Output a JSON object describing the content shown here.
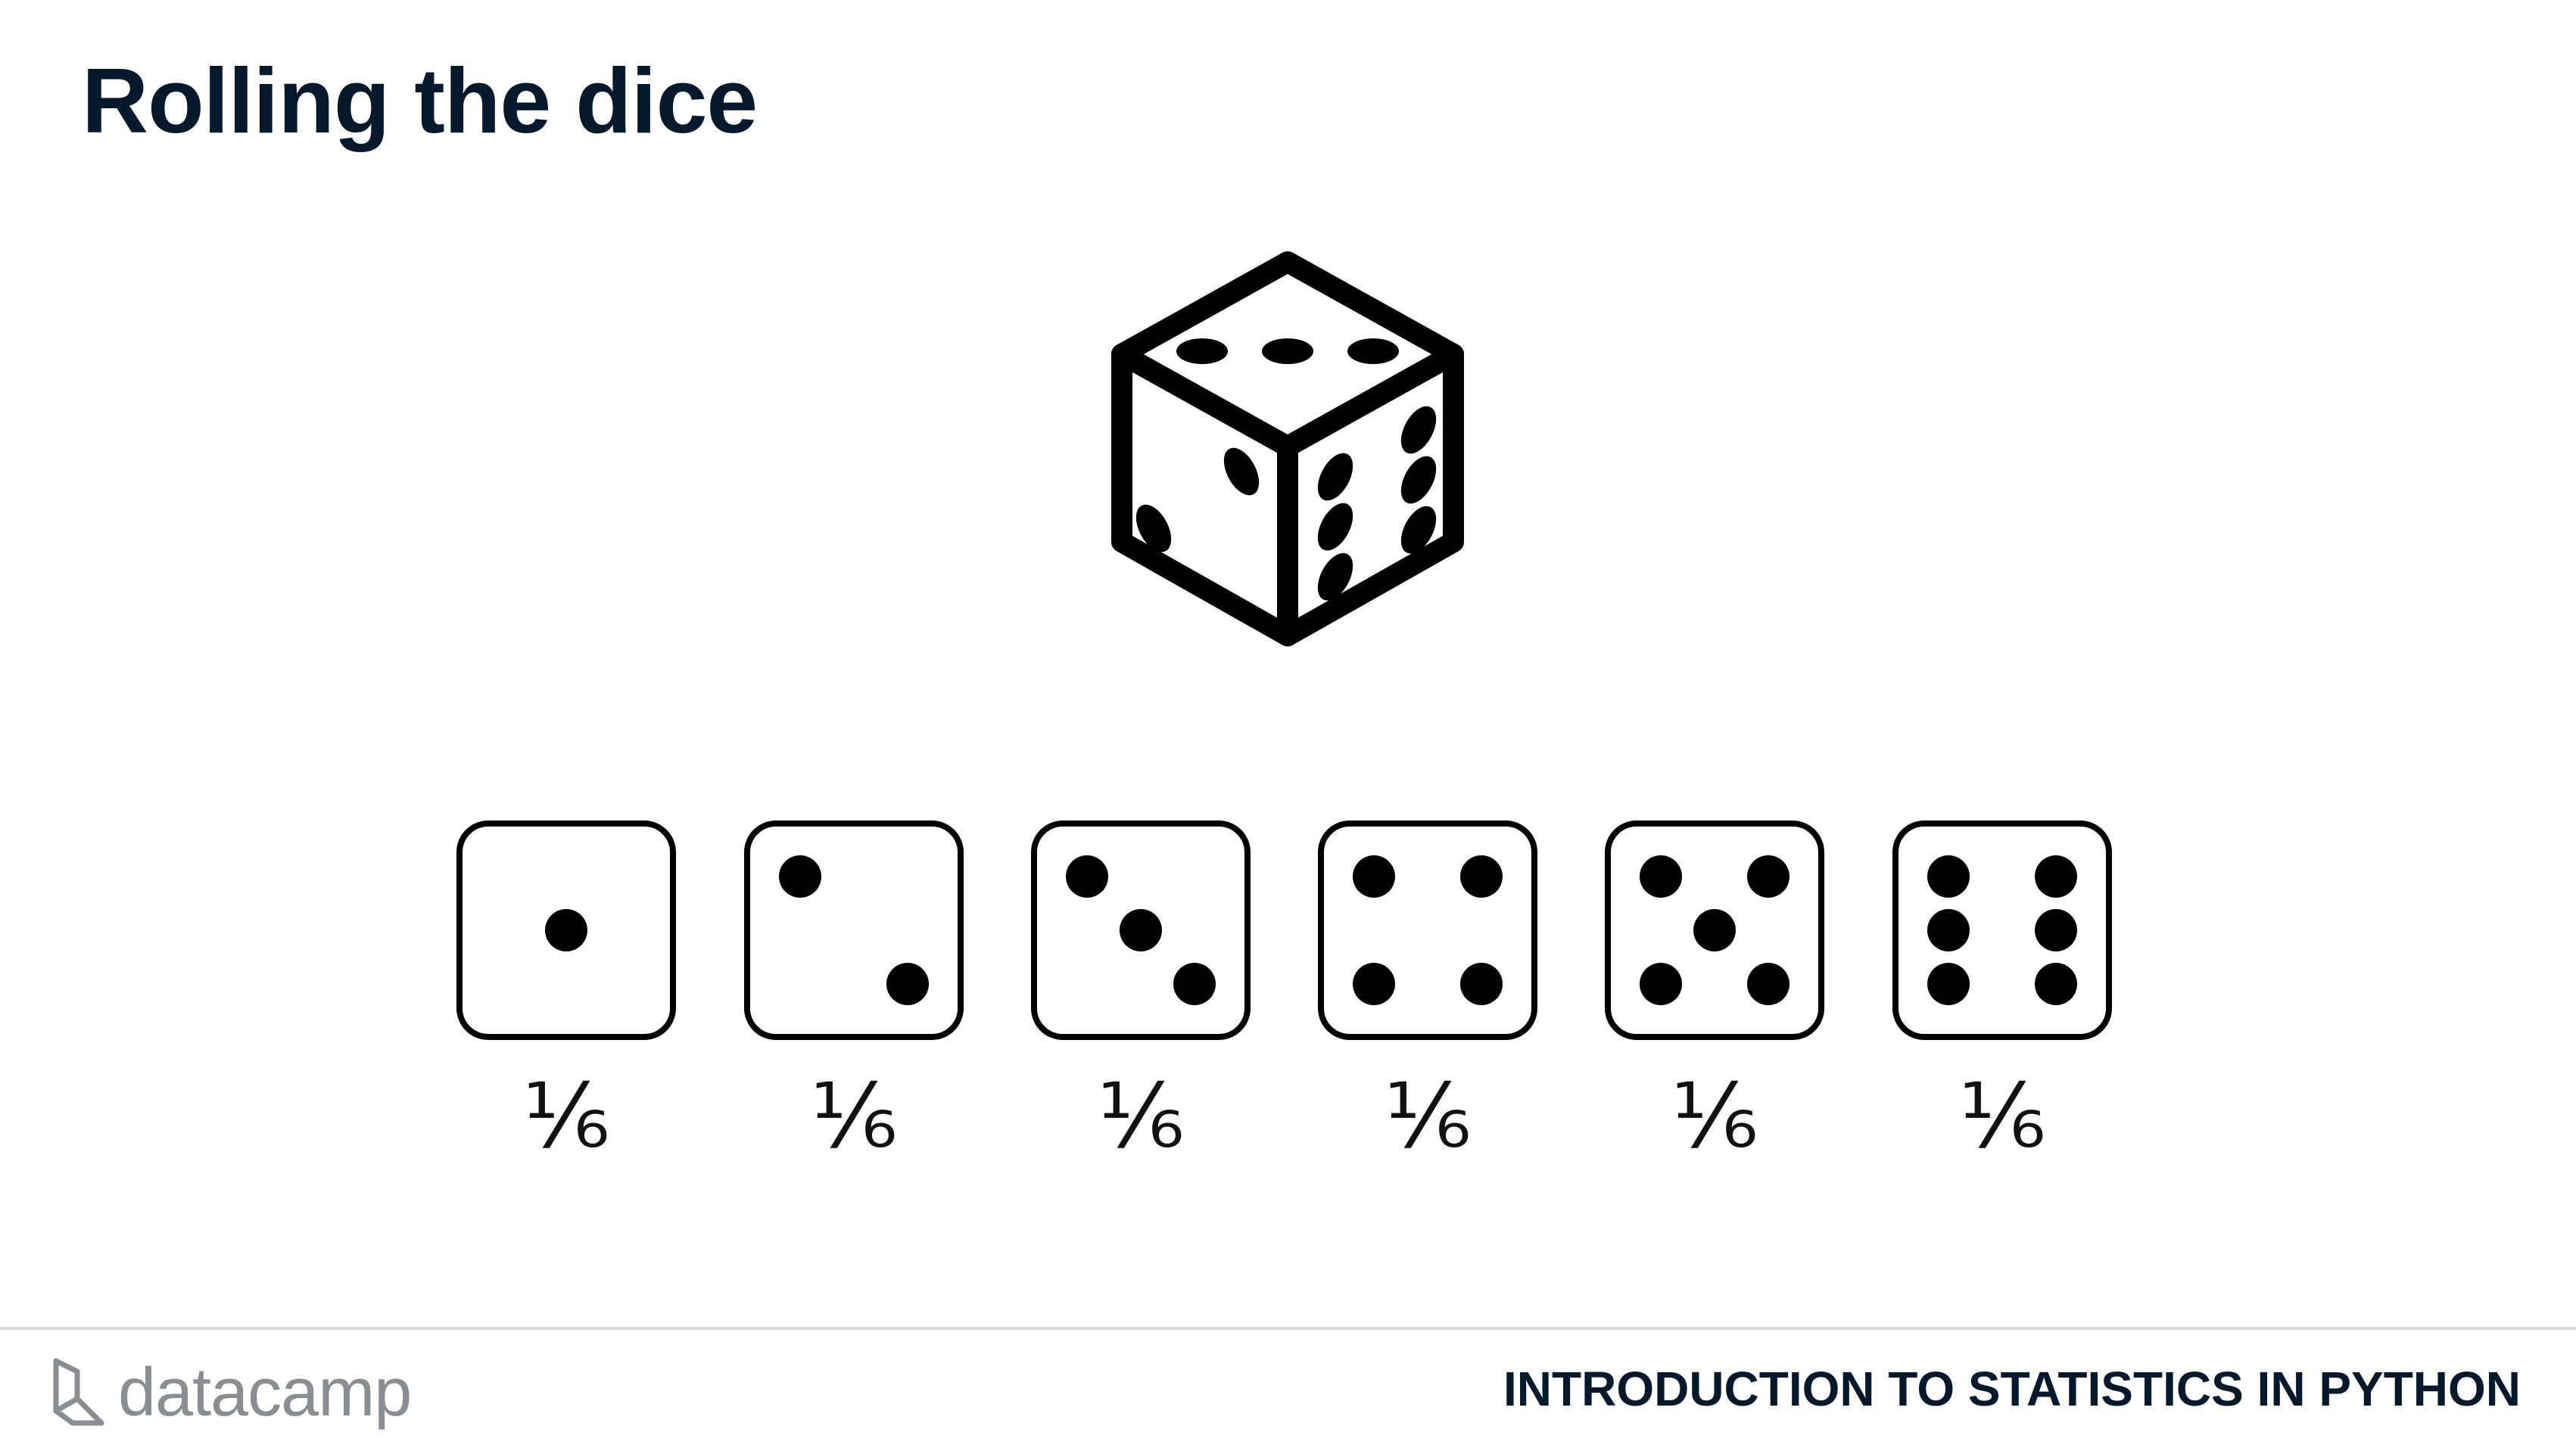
{
  "slide": {
    "title": "Rolling the dice",
    "course_title": "INTRODUCTION TO STATISTICS IN PYTHON",
    "brand": "datacamp"
  },
  "outcomes": [
    {
      "face": 1,
      "probability": "⅙"
    },
    {
      "face": 2,
      "probability": "⅙"
    },
    {
      "face": 3,
      "probability": "⅙"
    },
    {
      "face": 4,
      "probability": "⅙"
    },
    {
      "face": 5,
      "probability": "⅙"
    },
    {
      "face": 6,
      "probability": "⅙"
    }
  ],
  "colors": {
    "title": "#05192d",
    "dice": "#000000",
    "logo": "#8a8d91",
    "divider": "#dcdcdc"
  },
  "icons": {
    "main": "isometric-die-icon",
    "faces": "die-face-icon",
    "logo": "datacamp-logo-icon"
  }
}
